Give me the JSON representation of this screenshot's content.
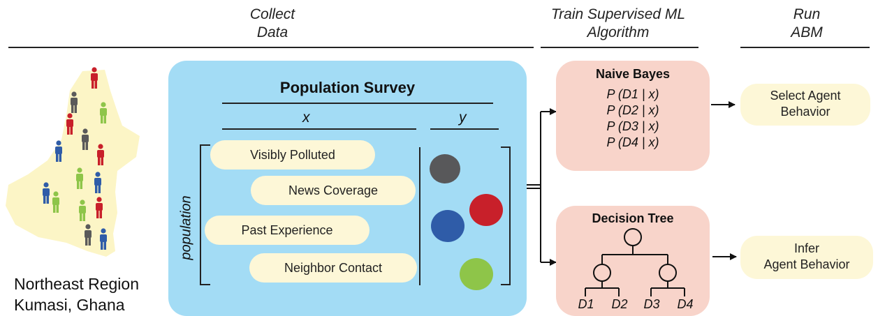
{
  "headers": {
    "collect": [
      "Collect",
      "Data"
    ],
    "train": [
      "Train Supervised ML",
      "Algorithm"
    ],
    "run": [
      "Run",
      "ABM"
    ]
  },
  "map": {
    "region_line1": "Northeast Region",
    "region_line2": "Kumasi, Ghana"
  },
  "survey": {
    "title": "Population Survey",
    "x_label": "x",
    "y_label": "y",
    "population_label": "population",
    "features": [
      "Visibly Polluted",
      "News Coverage",
      "Past Experience",
      "Neighbor Contact"
    ]
  },
  "naive_bayes": {
    "title": "Naive Bayes",
    "probs": [
      "P (D1 | x)",
      "P (D2 | x)",
      "P (D3 | x)",
      "P (D4 | x)"
    ]
  },
  "decision_tree": {
    "title": "Decision Tree",
    "leaves": [
      "D1",
      "D2",
      "D3",
      "D4"
    ]
  },
  "outputs": {
    "select": [
      "Select Agent",
      "Behavior"
    ],
    "infer": [
      "Infer",
      "Agent Behavior"
    ]
  },
  "colors": {
    "survey_bg": "#a3dcf5",
    "model_bg": "#f8d4ca",
    "pill_bg": "#fdf7d7",
    "map_bg": "#fcf5c6",
    "person_red": "#c8202a",
    "person_gray": "#5a5a5a",
    "person_green": "#8ec549",
    "person_blue": "#2f5ca8"
  }
}
